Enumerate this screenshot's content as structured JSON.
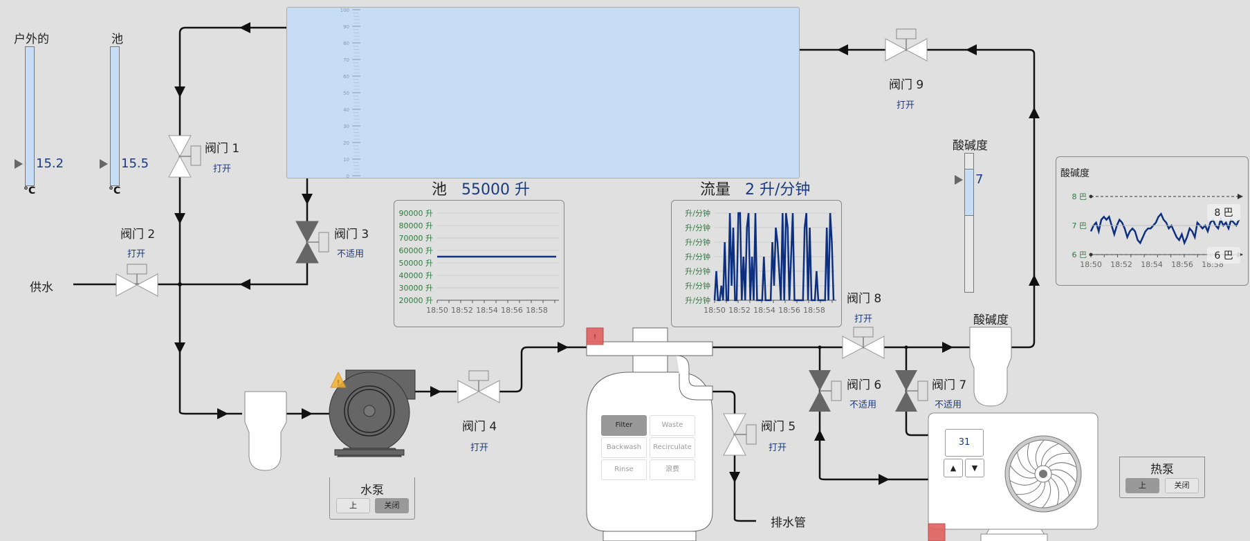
{
  "gauges": {
    "outdoor": {
      "label": "户外的",
      "value": "15.2",
      "unit": "°C"
    },
    "pool": {
      "label": "池",
      "value": "15.5",
      "unit": "°C"
    },
    "ph": {
      "label": "酸碱度",
      "value": "7"
    }
  },
  "tank": {
    "scale": [
      "100",
      "90",
      "80",
      "70",
      "60",
      "50",
      "40",
      "30",
      "20",
      "10",
      "0"
    ]
  },
  "valves": [
    {
      "name": "阀门 1",
      "status": "打开"
    },
    {
      "name": "阀门 2",
      "status": "打开"
    },
    {
      "name": "阀门 3",
      "status": "不适用"
    },
    {
      "name": "阀门 4",
      "status": "打开"
    },
    {
      "name": "阀门 5",
      "status": "打开"
    },
    {
      "name": "阀门 6",
      "status": "不适用"
    },
    {
      "name": "阀门 7",
      "status": "不适用"
    },
    {
      "name": "阀门 8",
      "status": "打开"
    },
    {
      "name": "阀门 9",
      "status": "打开"
    }
  ],
  "labels": {
    "supply": "供水",
    "drain": "排水管",
    "ph_sensor": "酸碱度"
  },
  "pool_chart_header": {
    "label": "池",
    "value": "55000 升"
  },
  "flow_chart_header": {
    "label": "流量",
    "value": "2 升/分钟"
  },
  "pump": {
    "title": "水泵",
    "on_label": "上",
    "off_label": "关闭",
    "state": "off"
  },
  "heatpump": {
    "title": "热泵",
    "on_label": "上",
    "off_label": "关闭",
    "state": "on",
    "setpoint": "31"
  },
  "filter": {
    "buttons": [
      "Filter",
      "Waste",
      "Backwash",
      "Recirculate",
      "Rinse",
      "浪费"
    ],
    "active": "Filter"
  },
  "colors": {
    "line": "#0d2f80",
    "tank": "#c7ddf5",
    "alarm": "#e06060",
    "warn": "#f0b030"
  },
  "chart_data": [
    {
      "type": "line",
      "title": "池",
      "ytick_labels": [
        "90000 升",
        "80000 升",
        "70000 升",
        "60000 升",
        "50000 升",
        "40000 升",
        "30000 升",
        "20000 升"
      ],
      "ylim": [
        20000,
        90000
      ],
      "x": [
        "18:50",
        "18:52",
        "18:54",
        "18:56",
        "18:58"
      ],
      "series": [
        {
          "name": "池",
          "values": [
            55000,
            55000,
            55000,
            55000,
            55000,
            55000,
            55000,
            55000,
            55000,
            55000
          ]
        }
      ]
    },
    {
      "type": "line",
      "title": "流量",
      "ytick_labels": [
        "升/分钟",
        "升/分钟",
        "升/分钟",
        "升/分钟",
        "升/分钟",
        "升/分钟",
        "升/分钟"
      ],
      "ylim": [
        0,
        6
      ],
      "x": [
        "18:50",
        "18:52",
        "18:54",
        "18:56",
        "18:58"
      ],
      "series": [
        {
          "name": "流量",
          "values": [
            0,
            2,
            0,
            0,
            1,
            0,
            4,
            0,
            0,
            6,
            1,
            5,
            0,
            0,
            6,
            6,
            0,
            3,
            0,
            5,
            6,
            0,
            3,
            0,
            6,
            0,
            0,
            0,
            0,
            3,
            0,
            0,
            0,
            0,
            4,
            1,
            5,
            4,
            2,
            0,
            6,
            0,
            6,
            5,
            0,
            3,
            6,
            0,
            0,
            0,
            0,
            0,
            0,
            5,
            6,
            0,
            5,
            0,
            0,
            0,
            2,
            0,
            0,
            0,
            0,
            0,
            5,
            0,
            6,
            4,
            0
          ]
        }
      ]
    },
    {
      "type": "line",
      "title": "酸碱度",
      "ytick_labels": [
        "8 巴",
        "7 巴",
        "6 巴"
      ],
      "ylim": [
        6,
        8
      ],
      "x": [
        "18:50",
        "18:52",
        "18:54",
        "18:56",
        "18:58"
      ],
      "annotations": [
        "8 巴",
        "6 巴"
      ],
      "series": [
        {
          "name": "酸碱度",
          "values": [
            6.8,
            7.0,
            7.1,
            6.8,
            7.2,
            7.3,
            7.2,
            7.3,
            7.0,
            6.7,
            7.0,
            7.2,
            7.1,
            6.9,
            6.6,
            6.8,
            6.9,
            6.8,
            6.5,
            6.4,
            6.6,
            6.8,
            6.9,
            6.9,
            7.0,
            7.1,
            7.3,
            7.4,
            7.2,
            7.1,
            6.9,
            7.0,
            6.8,
            6.6,
            6.5,
            6.7,
            6.4,
            6.6,
            6.9,
            6.8,
            6.6,
            7.1,
            7.0,
            6.9,
            7.0,
            6.8,
            7.1,
            7.2,
            7.0,
            6.9,
            7.2,
            7.0,
            7.1,
            6.9,
            7.2,
            7.1,
            7.0,
            7.2
          ]
        }
      ]
    }
  ]
}
